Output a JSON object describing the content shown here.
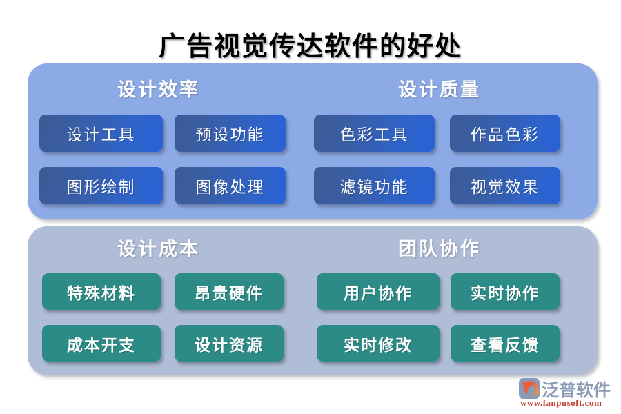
{
  "title": "广告视觉传达软件的好处",
  "colors": {
    "background": "#FFFFFF",
    "panel_blue": "#8CAAE6",
    "panel_gray": "#AFBDD6",
    "box_blue_dark": "#3C5A95",
    "box_blue_light": "#2A62D6",
    "box_green": "#2C8B86",
    "title_text": "#000000",
    "box_text": "#FFFFFF",
    "logo_text": "#8A9BB5",
    "logo_url": "#C0392B",
    "logo_accent": "#E8603C"
  },
  "panels": [
    {
      "id": "panel-blue",
      "groups": [
        {
          "header": "设计效率",
          "items": [
            "设计工具",
            "预设功能",
            "图形绘制",
            "图像处理"
          ]
        },
        {
          "header": "设计质量",
          "items": [
            "色彩工具",
            "作品色彩",
            "滤镜功能",
            "视觉效果"
          ]
        }
      ]
    },
    {
      "id": "panel-gray",
      "groups": [
        {
          "header": "设计成本",
          "items": [
            "特殊材料",
            "昂贵硬件",
            "成本开支",
            "设计资源"
          ]
        },
        {
          "header": "团队协作",
          "items": [
            "用户协作",
            "实时协作",
            "实时修改",
            "查看反馈"
          ]
        }
      ]
    }
  ],
  "watermark": {
    "brand": "泛普软件",
    "url": "www.fanpusoft.com",
    "mark_icon": "fanpu-swoosh-logo-icon"
  }
}
